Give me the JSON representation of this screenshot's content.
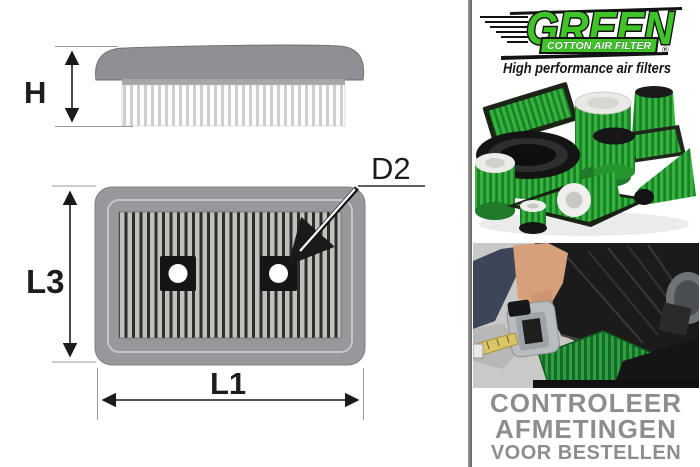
{
  "diagram": {
    "h_label": "H",
    "l3_label": "L3",
    "l1_label": "L1",
    "d2_label": "D2"
  },
  "brand_panel": {
    "brand": "GREEN",
    "banner_text": "COTTON AIR FILTER",
    "registered_mark": "®",
    "slogan": "High performance air filters",
    "notice_line1": "CONTROLEER",
    "notice_line2": "AFMETINGEN",
    "notice_line3": "VOOR BESTELLEN"
  },
  "colors": {
    "brand_green": "#3ec427",
    "notice_gray": "#8d8d8d",
    "filter_green": "#2ea043"
  }
}
